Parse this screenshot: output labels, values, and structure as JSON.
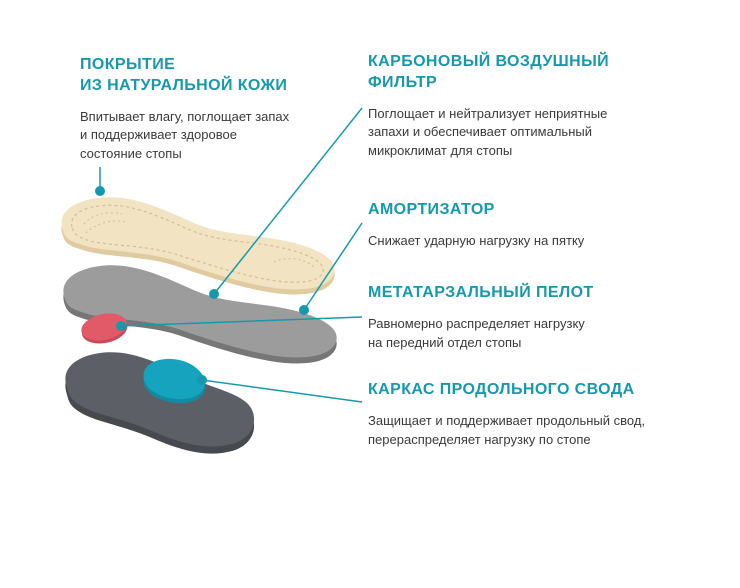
{
  "palette": {
    "accent": "#1799AD",
    "body_text": "#3A3A3A",
    "leather": "#F2E3C2",
    "leather_edge": "#E0CBA0",
    "stitch": "#D4BE94",
    "gray_layer": "#9C9C9C",
    "gray_layer_edge": "#767676",
    "dark_layer": "#5C6066",
    "dark_layer_edge": "#46494E",
    "pelott_red": "#E25968",
    "pelott_red_edge": "#C8485A",
    "arch_teal": "#16A3BD",
    "arch_teal_edge": "#0F8CA4",
    "background": "#FFFFFF"
  },
  "sections": {
    "leather": {
      "title": "ПОКРЫТИЕ\nИЗ НАТУРАЛЬНОЙ КОЖИ",
      "body": "Впитывает влагу, поглощает запах\nи поддерживает здоровое\nсостояние стопы"
    },
    "carbon_filter": {
      "title": "КАРБОНОВЫЙ ВОЗДУШНЫЙ\nФИЛЬТР",
      "body": "Поглощает и нейтрализует неприятные\nзапахи и обеспечивает оптимальный\nмикроклимат для стопы"
    },
    "shock_absorber": {
      "title": "АМОРТИЗАТОР",
      "body": "Снижает ударную нагрузку на пятку"
    },
    "metatarsal_pad": {
      "title": "МЕТАТАРЗАЛЬНЫЙ ПЕЛОТ",
      "body": "Равномерно распределяет нагрузку\nна передний отдел стопы"
    },
    "arch_frame": {
      "title": "КАРКАС ПРОДОЛЬНОГО СВОДА",
      "body": "Защищает и поддерживает продольный свод,\nперераспределяет нагрузку по стопе"
    }
  },
  "diagram": {
    "layer_names": [
      "leather-top-insole-layer",
      "gray-middle-insole-layer",
      "dark-arch-frame-insole-layer",
      "red-metatarsal-pad",
      "teal-arch-support-piece"
    ]
  }
}
